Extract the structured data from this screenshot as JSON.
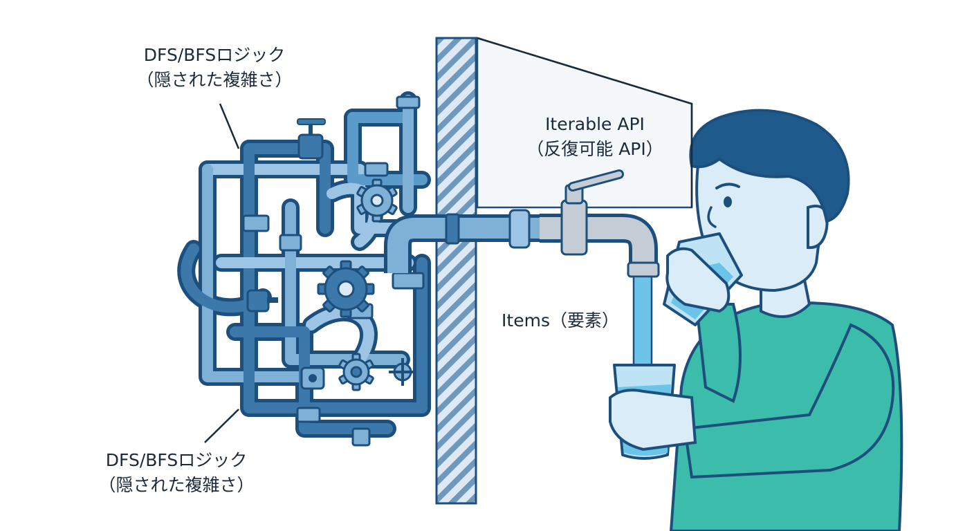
{
  "labels": {
    "logic_top": {
      "line1": "DFS/BFSロジック",
      "line2": "（隠された複雑さ）"
    },
    "logic_bottom": {
      "line1": "DFS/BFSロジック",
      "line2": "（隠された複雑さ）"
    },
    "api": {
      "line1": "Iterable API",
      "line2": "（反復可能 API）"
    },
    "items": "Items（要素）"
  },
  "colors": {
    "outline": "#1d4f7d",
    "pipe_dark": "#3c79aa",
    "pipe_light": "#7fb0d6",
    "wall_hatch": "#6f98bd",
    "faucet": "#c4ccd6",
    "water": "#6cc4e8",
    "shirt": "#3cbcaa",
    "skin": "#d9ecf8",
    "hair": "#1f5a8c"
  },
  "icons": [
    "gear-icon",
    "valve-icon",
    "faucet-icon",
    "glass-icon"
  ]
}
